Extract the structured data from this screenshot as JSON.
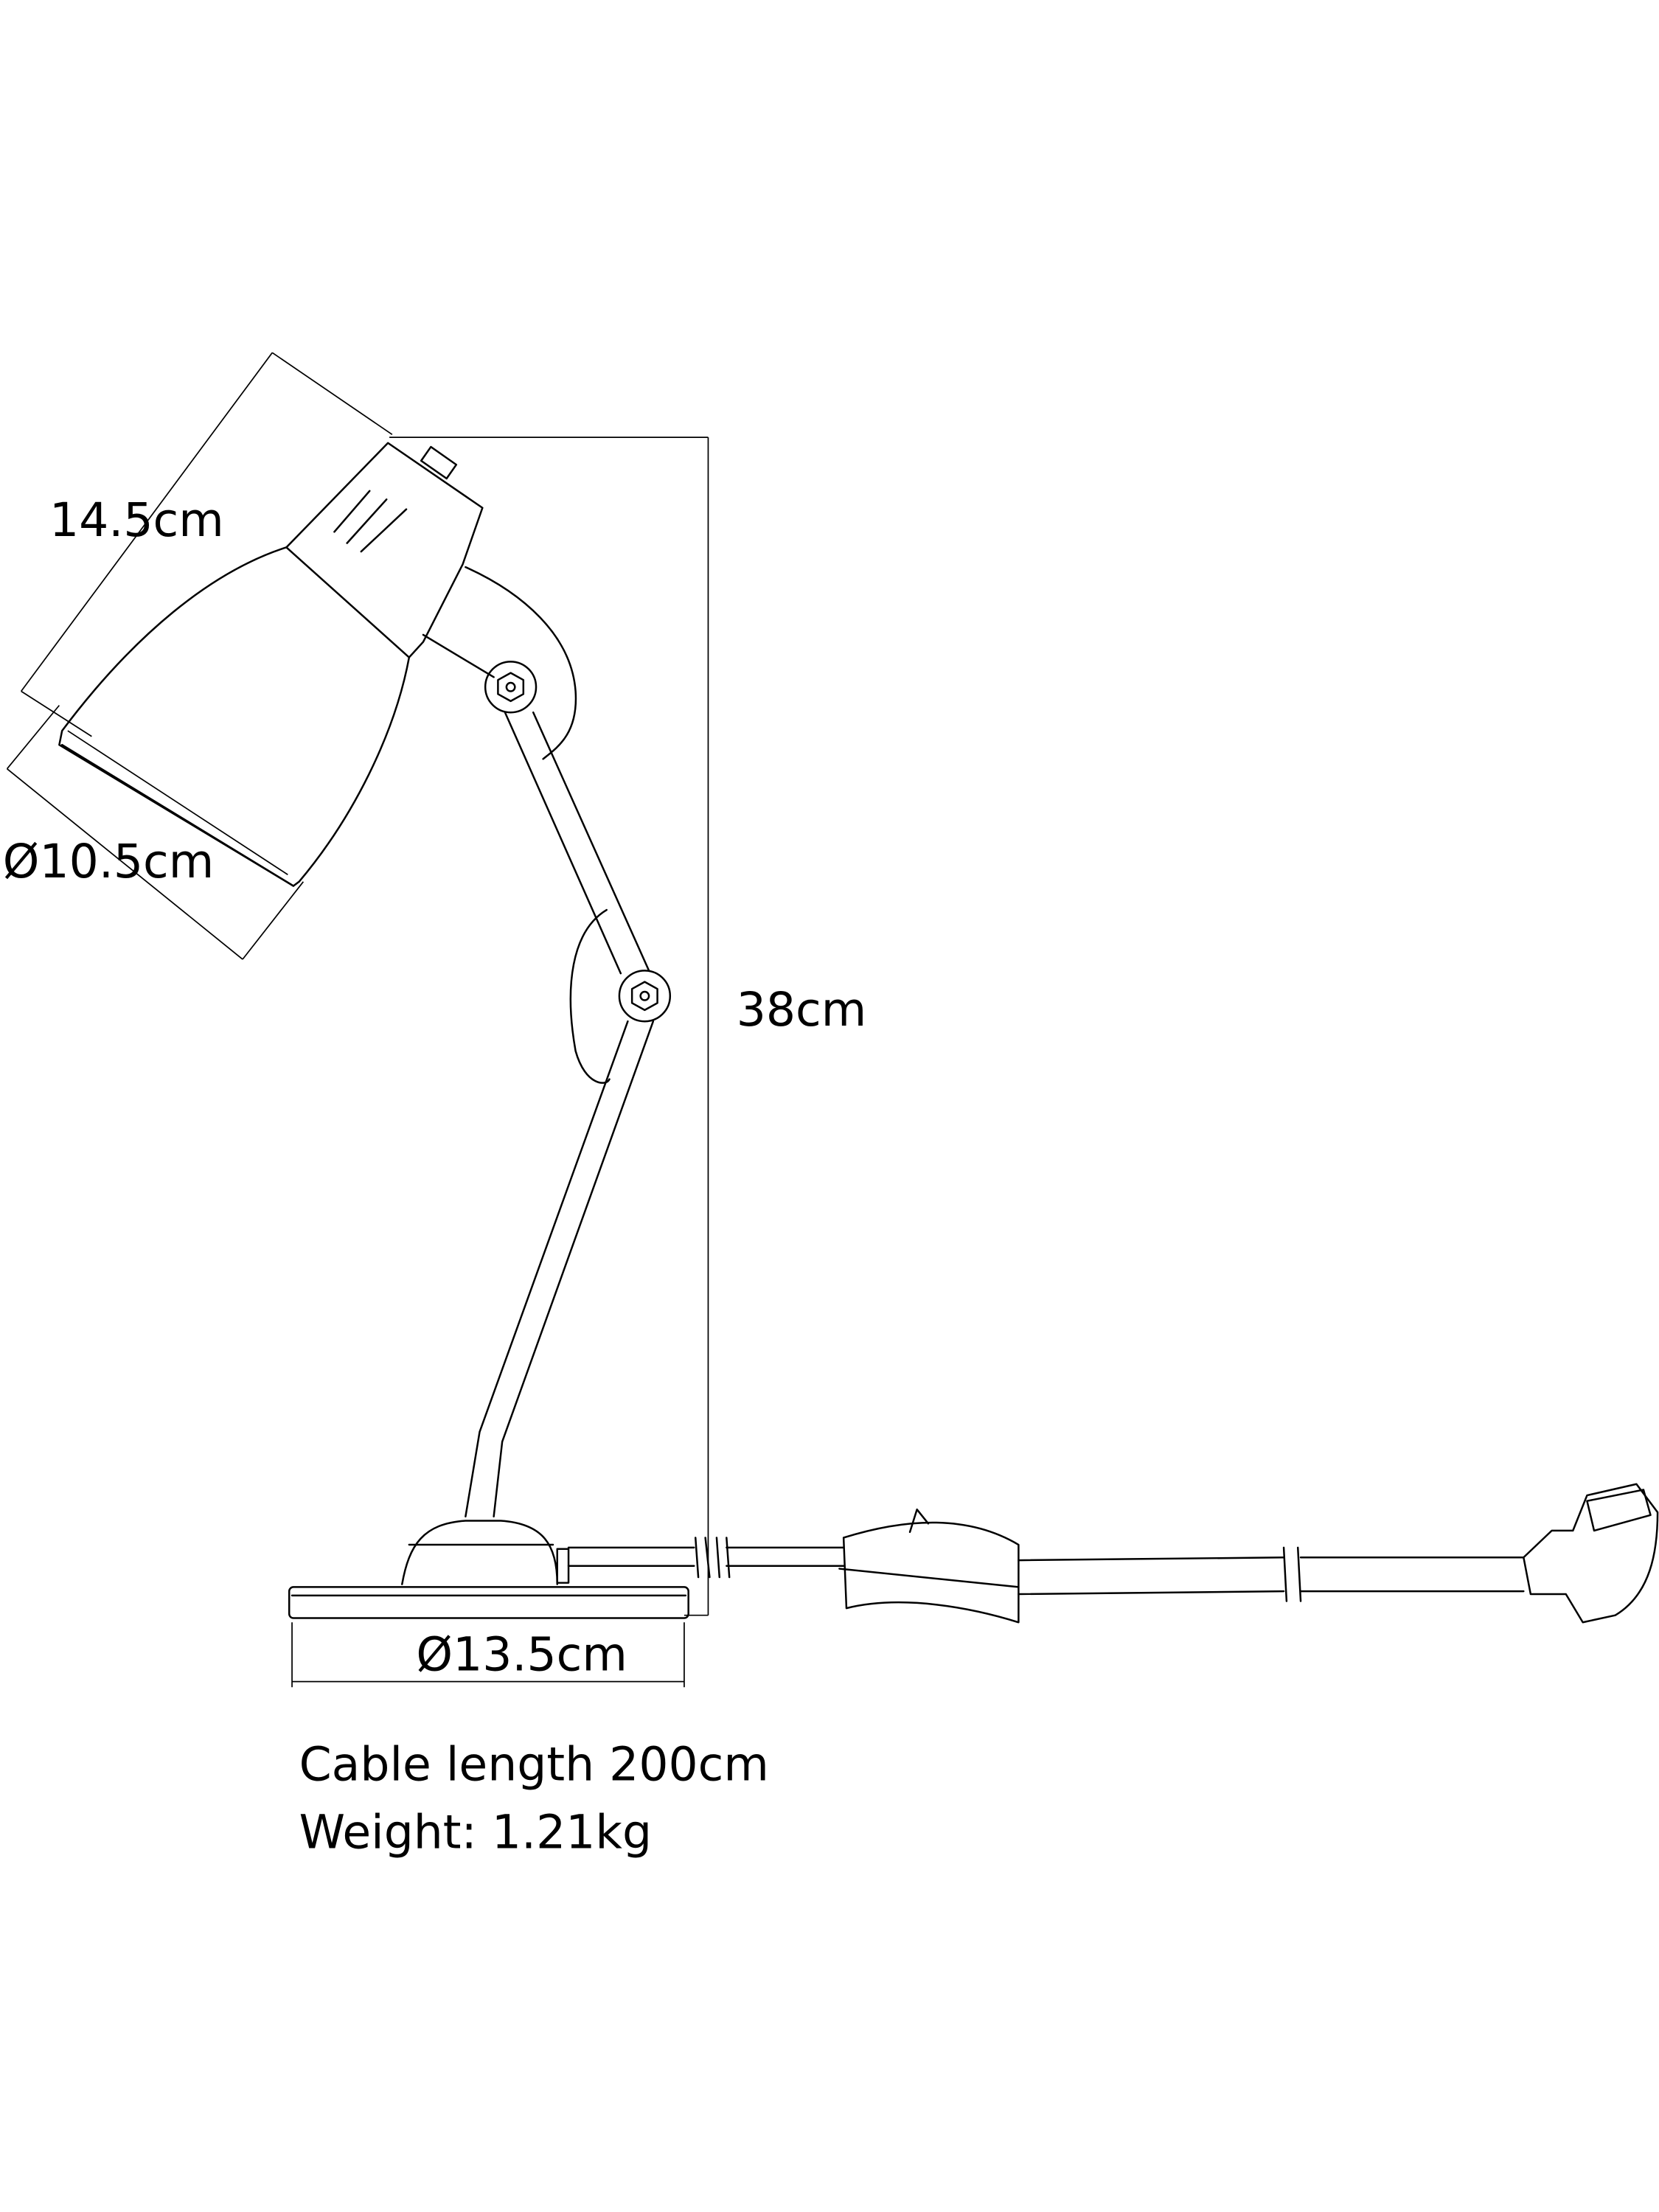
{
  "dimensions": {
    "shade_length": "14.5cm",
    "shade_diameter": "Ø10.5cm",
    "height": "38cm",
    "base_diameter": "Ø13.5cm"
  },
  "notes": {
    "cable_length": "Cable length 200cm",
    "weight": "Weight: 1.21kg"
  },
  "colors": {
    "line": "#000000",
    "background": "#ffffff"
  }
}
